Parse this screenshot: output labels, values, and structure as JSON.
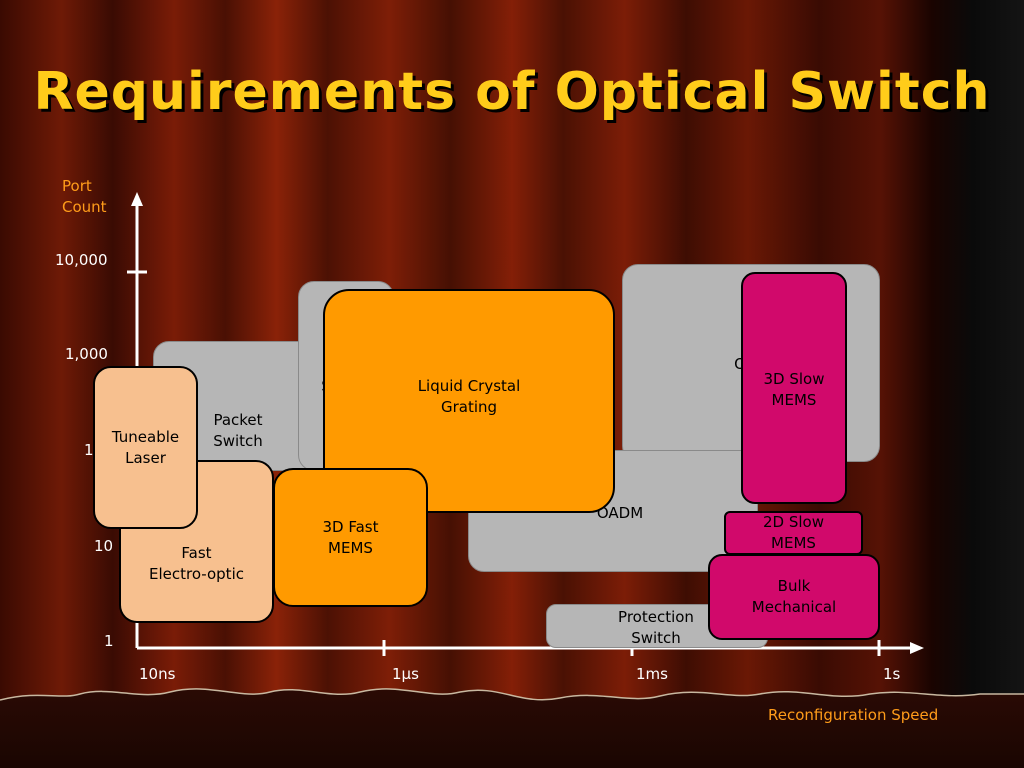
{
  "slide": {
    "title": "Requirements of Optical Switch"
  },
  "axes": {
    "y_title_line1": "Port",
    "y_title_line2": "Count",
    "x_title": "Reconfiguration Speed",
    "y_ticks": [
      "10,000",
      "1,000",
      "1",
      "10",
      "1"
    ],
    "x_ticks": [
      "10ns",
      "1µs",
      "1ms",
      "1s"
    ]
  },
  "regions": {
    "packet_switch": [
      "Packet",
      "Switch"
    ],
    "s_partial": "S",
    "liquid_crystal": [
      "Liquid Crystal",
      "Grating"
    ],
    "oxc_partial": "O",
    "slow_3d_mems": [
      "3D Slow",
      "MEMS"
    ],
    "oadm": "OADM",
    "slow_2d_mems": [
      "2D Slow",
      "MEMS"
    ],
    "fast_eo": [
      "Fast",
      "Electro-optic"
    ],
    "tuneable_laser": [
      "Tuneable",
      "Laser"
    ],
    "fast_3d_mems": [
      "3D Fast",
      "MEMS"
    ],
    "protection_switch": [
      "Protection",
      "Switch"
    ],
    "bulk_mechanical": [
      "Bulk",
      "Mechanical"
    ]
  },
  "colors": {
    "title": "#ffcc1a",
    "axis_title": "#ff9c1a",
    "gray_region": "#b6b6b6",
    "orange_region": "#ff9a00",
    "peach_region": "#f7c08f",
    "magenta_region": "#d1096b"
  }
}
